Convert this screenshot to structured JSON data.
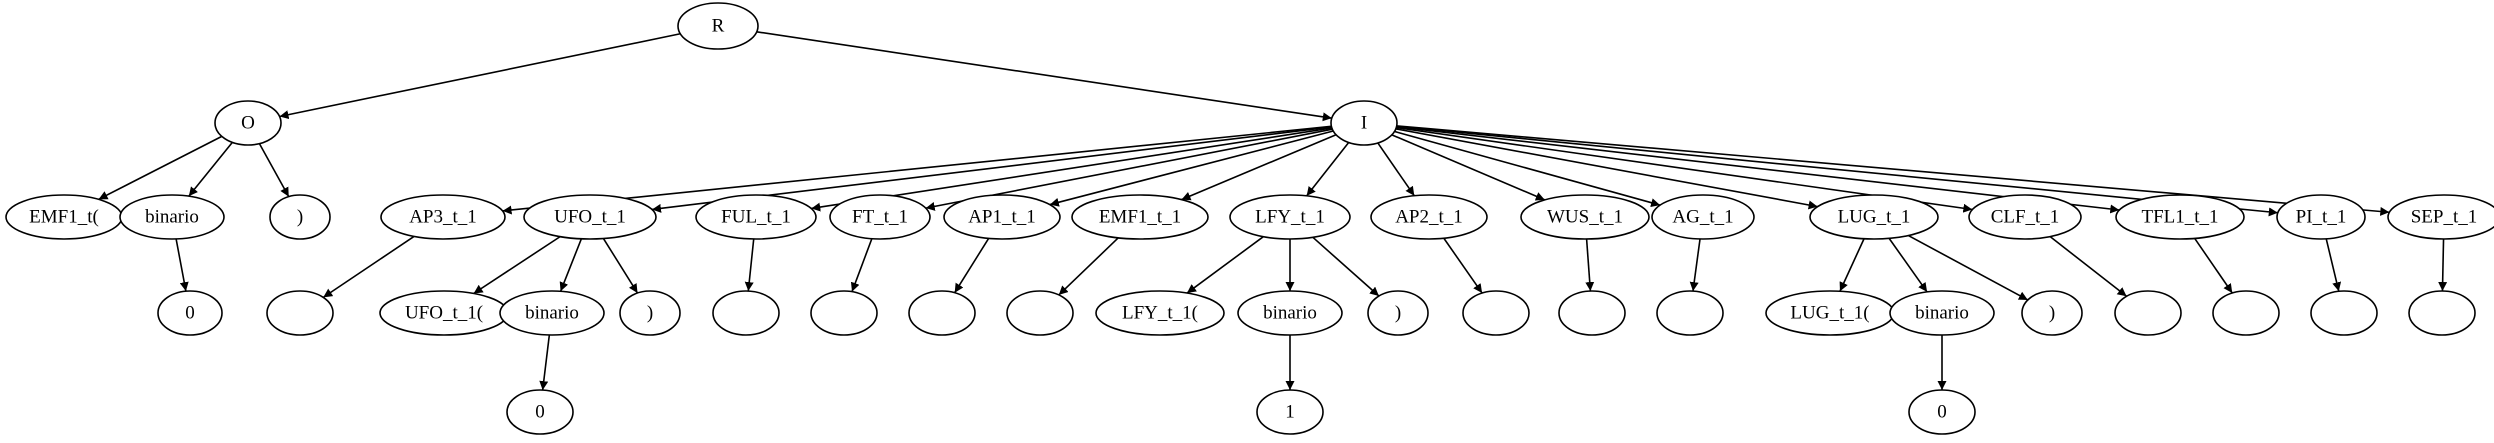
{
  "tree": {
    "nodes": [
      {
        "id": "R",
        "label": "R"
      },
      {
        "id": "O",
        "label": "O"
      },
      {
        "id": "I",
        "label": "I"
      },
      {
        "id": "O_emf",
        "label": "EMF1_t("
      },
      {
        "id": "O_bin",
        "label": "binario"
      },
      {
        "id": "O_par",
        "label": ")"
      },
      {
        "id": "O_bin_0",
        "label": "0"
      },
      {
        "id": "AP3",
        "label": "AP3_t_1"
      },
      {
        "id": "UFO",
        "label": "UFO_t_1"
      },
      {
        "id": "FUL",
        "label": "FUL_t_1"
      },
      {
        "id": "FT",
        "label": "FT_t_1"
      },
      {
        "id": "AP1",
        "label": "AP1_t_1"
      },
      {
        "id": "EMF1",
        "label": "EMF1_t_1"
      },
      {
        "id": "LFY",
        "label": "LFY_t_1"
      },
      {
        "id": "AP2",
        "label": "AP2_t_1"
      },
      {
        "id": "WUS",
        "label": "WUS_t_1"
      },
      {
        "id": "AG",
        "label": "AG_t_1"
      },
      {
        "id": "LUG",
        "label": "LUG_t_1"
      },
      {
        "id": "CLF",
        "label": "CLF_t_1"
      },
      {
        "id": "TFL1",
        "label": "TFL1_t_1"
      },
      {
        "id": "PI",
        "label": "PI_t_1"
      },
      {
        "id": "SEP",
        "label": "SEP_t_1"
      },
      {
        "id": "AP3_c",
        "label": ""
      },
      {
        "id": "UFO_a",
        "label": "UFO_t_1("
      },
      {
        "id": "UFO_b",
        "label": "binario"
      },
      {
        "id": "UFO_p",
        "label": ")"
      },
      {
        "id": "UFO_b_v",
        "label": "0"
      },
      {
        "id": "FUL_c",
        "label": ""
      },
      {
        "id": "FT_c",
        "label": ""
      },
      {
        "id": "AP1_c",
        "label": ""
      },
      {
        "id": "EMF1_c",
        "label": ""
      },
      {
        "id": "LFY_a",
        "label": "LFY_t_1("
      },
      {
        "id": "LFY_b",
        "label": "binario"
      },
      {
        "id": "LFY_p",
        "label": ")"
      },
      {
        "id": "LFY_b_v",
        "label": "1"
      },
      {
        "id": "AP2_c",
        "label": ""
      },
      {
        "id": "WUS_c",
        "label": ""
      },
      {
        "id": "AG_c",
        "label": ""
      },
      {
        "id": "LUG_a",
        "label": "LUG_t_1("
      },
      {
        "id": "LUG_b",
        "label": "binario"
      },
      {
        "id": "LUG_p",
        "label": ")"
      },
      {
        "id": "LUG_b_v",
        "label": "0"
      },
      {
        "id": "CLF_c",
        "label": ""
      },
      {
        "id": "TFL1_c",
        "label": ""
      },
      {
        "id": "PI_c",
        "label": ""
      },
      {
        "id": "SEP_c",
        "label": ""
      }
    ],
    "edges": [
      [
        "R",
        "O"
      ],
      [
        "R",
        "I"
      ],
      [
        "O",
        "O_emf"
      ],
      [
        "O",
        "O_bin"
      ],
      [
        "O",
        "O_par"
      ],
      [
        "O_bin",
        "O_bin_0"
      ],
      [
        "I",
        "AP3"
      ],
      [
        "I",
        "UFO"
      ],
      [
        "I",
        "FUL"
      ],
      [
        "I",
        "FT"
      ],
      [
        "I",
        "AP1"
      ],
      [
        "I",
        "EMF1"
      ],
      [
        "I",
        "LFY"
      ],
      [
        "I",
        "AP2"
      ],
      [
        "I",
        "WUS"
      ],
      [
        "I",
        "AG"
      ],
      [
        "I",
        "LUG"
      ],
      [
        "I",
        "CLF"
      ],
      [
        "I",
        "TFL1"
      ],
      [
        "I",
        "PI"
      ],
      [
        "I",
        "SEP"
      ],
      [
        "AP3",
        "AP3_c"
      ],
      [
        "UFO",
        "UFO_a"
      ],
      [
        "UFO",
        "UFO_b"
      ],
      [
        "UFO",
        "UFO_p"
      ],
      [
        "UFO_b",
        "UFO_b_v"
      ],
      [
        "FUL",
        "FUL_c"
      ],
      [
        "FT",
        "FT_c"
      ],
      [
        "AP1",
        "AP1_c"
      ],
      [
        "EMF1",
        "EMF1_c"
      ],
      [
        "LFY",
        "LFY_a"
      ],
      [
        "LFY",
        "LFY_b"
      ],
      [
        "LFY",
        "LFY_p"
      ],
      [
        "LFY_b",
        "LFY_b_v"
      ],
      [
        "AP2",
        "AP2_c"
      ],
      [
        "WUS",
        "WUS_c"
      ],
      [
        "AG",
        "AG_c"
      ],
      [
        "LUG",
        "LUG_a"
      ],
      [
        "LUG",
        "LUG_b"
      ],
      [
        "LUG",
        "LUG_p"
      ],
      [
        "LUG_b",
        "LUG_b_v"
      ],
      [
        "CLF",
        "CLF_c"
      ],
      [
        "TFL1",
        "TFL1_c"
      ],
      [
        "PI",
        "PI_c"
      ],
      [
        "SEP",
        "SEP_c"
      ]
    ]
  }
}
